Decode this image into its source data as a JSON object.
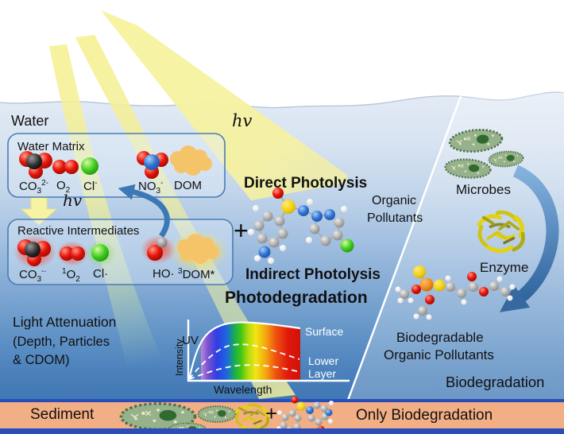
{
  "water_zone": {
    "label": "Water",
    "hv_surface": "hv",
    "hv_matrix": "hv"
  },
  "water_matrix": {
    "title": "Water Matrix",
    "species": [
      {
        "base": "CO",
        "sub": "3",
        "sup": "2-"
      },
      {
        "base": "O",
        "sub": "2"
      },
      {
        "base": "Cl",
        "sup": "-"
      },
      {
        "base": "NO",
        "sub": "3",
        "sup": "-"
      },
      {
        "base": "DOM"
      }
    ]
  },
  "reactive_intermediates": {
    "title": "Reactive Intermediates",
    "species": [
      {
        "base": "CO",
        "sub": "3",
        "sup": "-·"
      },
      {
        "presup": "1",
        "base": "O",
        "sub": "2"
      },
      {
        "base": "Cl·"
      },
      {
        "base": "HO·"
      },
      {
        "presup": "3",
        "base": "DOM*"
      }
    ]
  },
  "photolysis": {
    "plus": "+",
    "direct_label": "Direct Photolysis",
    "pollutant_line1": "Organic",
    "pollutant_line2": "Pollutants",
    "indirect_label": "Indirect Photolysis",
    "section_title": "Photodegradation"
  },
  "light_attenuation": {
    "line1": "Light Attenuation",
    "line2": "(Depth, Particles",
    "line3": "& CDOM)"
  },
  "spectrum_chart": {
    "ylabel": "Intensity",
    "xlabel": "Wavelength",
    "uv_label": "UV",
    "surface_label": "Surface",
    "lower_label_line1": "Lower",
    "lower_label_line2": "Layer"
  },
  "chart_data": {
    "type": "area",
    "title": "Light spectrum intensity vs depth (schematic inset)",
    "xlabel": "Wavelength",
    "ylabel": "Intensity",
    "grid": false,
    "annotations": [
      "UV",
      "rainbow spectrum fill from violet to red"
    ],
    "series": [
      {
        "name": "Surface",
        "style": "solid white curve",
        "relative_intensity_vs_wavelength": [
          [
            0,
            0
          ],
          [
            0.1,
            0.45
          ],
          [
            0.2,
            0.85
          ],
          [
            0.3,
            1.0
          ],
          [
            0.5,
            0.98
          ],
          [
            0.7,
            0.93
          ],
          [
            1.0,
            0.88
          ]
        ]
      },
      {
        "name": "Lower Layer (upper dashed)",
        "style": "dashed white curve",
        "relative_intensity_vs_wavelength": [
          [
            0,
            0
          ],
          [
            0.2,
            0.35
          ],
          [
            0.35,
            0.58
          ],
          [
            0.5,
            0.6
          ],
          [
            0.7,
            0.5
          ],
          [
            1.0,
            0.35
          ]
        ]
      },
      {
        "name": "Lower Layer (lower dashed)",
        "style": "dashed white curve",
        "relative_intensity_vs_wavelength": [
          [
            0,
            0
          ],
          [
            0.2,
            0.12
          ],
          [
            0.4,
            0.24
          ],
          [
            0.6,
            0.25
          ],
          [
            0.8,
            0.2
          ],
          [
            1.0,
            0.14
          ]
        ]
      }
    ]
  },
  "biodegradation_zone": {
    "microbes_label": "Microbes",
    "enzyme_label": "Enzyme",
    "product_line1": "Biodegradable",
    "product_line2": "Organic Pollutants",
    "section_title": "Biodegradation"
  },
  "sediment_zone": {
    "label": "Sediment",
    "plus": "+",
    "note": "Only Biodegradation"
  },
  "colors": {
    "sky": "#ffffff",
    "water_top": "#dde7f3",
    "water_bottom": "#3b74b2",
    "sun_ray": "#f6f29b",
    "sediment": "#f2ae85",
    "sediment_border": "#2a4db8",
    "box_border": "#4a7cb2",
    "arrow_blue": "#3c78b6",
    "dom_cloud": "#f6c468",
    "microbe_green": "#96b28c",
    "enzyme_yellow": "#e0d014"
  }
}
